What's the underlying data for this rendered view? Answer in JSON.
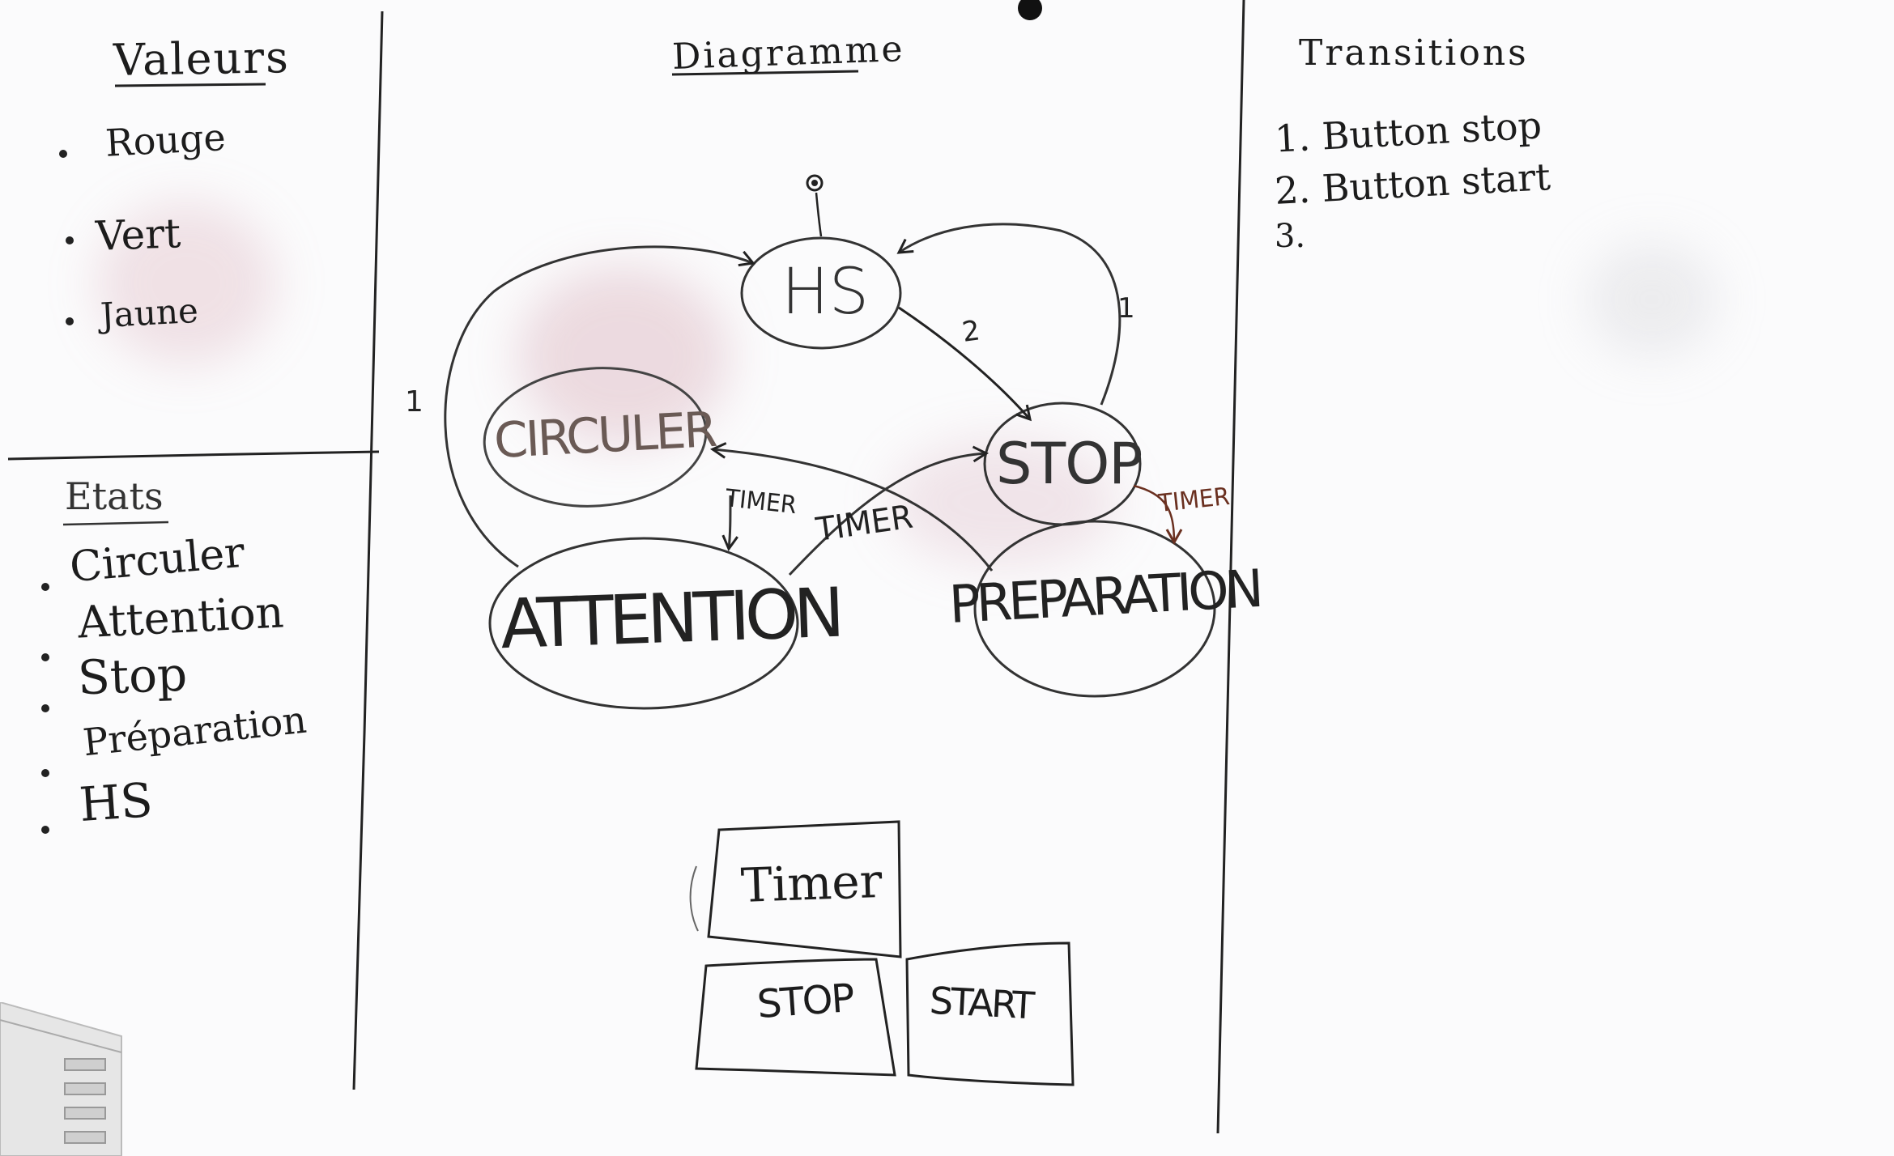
{
  "left_panel": {
    "valeurs": {
      "title": "Valeurs",
      "items": [
        "Rouge",
        "Vert",
        "Jaune"
      ]
    },
    "etats": {
      "title": "Etats",
      "items": [
        "Circuler",
        "Attention",
        "Stop",
        "Préparation",
        "HS"
      ]
    }
  },
  "diagram": {
    "title": "Diagramme",
    "states": {
      "hs": "HS",
      "circuler": "CIRCULER",
      "stop": "STOP",
      "attention": "ATTENTION",
      "preparation": "PREPARATION"
    },
    "transition_labels": {
      "hs_to_stop": "2",
      "stop_to_hs": "1",
      "attention_to_hs": "1",
      "circuler_to_attention": "TIMER",
      "attention_to_stop": "TIMER",
      "stop_to_preparation": "TIMER"
    },
    "controls": {
      "timer": "Timer",
      "stop": "STOP",
      "start": "START"
    }
  },
  "right_panel": {
    "title": "Transitions",
    "items": [
      "1. Button stop",
      "2. Button start",
      "3."
    ]
  },
  "colors": {
    "ink": "#1c1c1c",
    "red_ink": "#8a2a1a"
  }
}
